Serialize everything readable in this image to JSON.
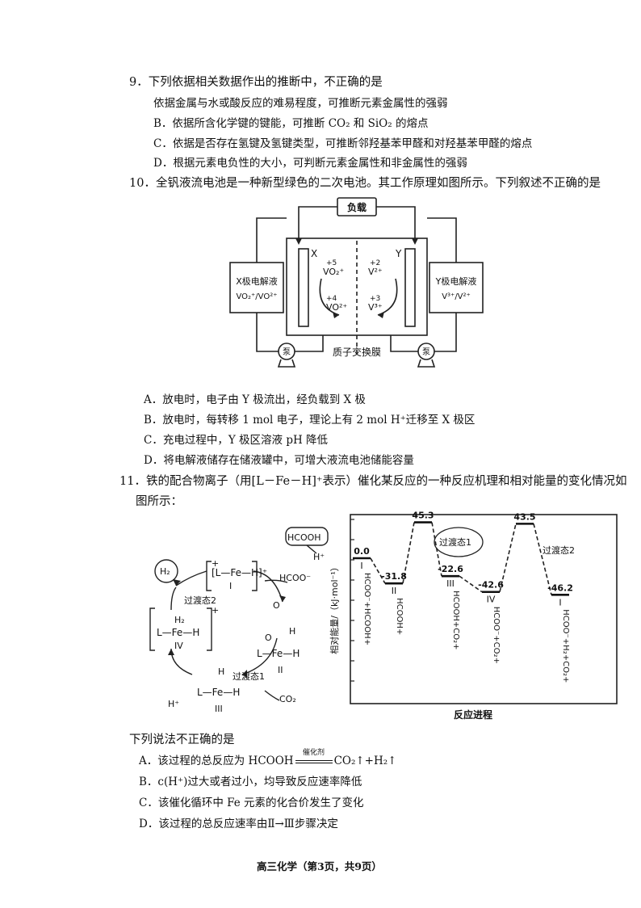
{
  "q9": {
    "stem": "9．下列依据相关数据作出的推断中，不正确的是",
    "options": [
      "依据金属与水或酸反应的难易程度，可推断元素金属性的强弱",
      "B．依据所含化学键的键能，可推断 CO₂ 和 SiO₂ 的熔点",
      "C．依据是否存在氢键及氢键类型，可推断邻羟基苯甲醛和对羟基苯甲醛的熔点",
      "D．根据元素电负性的大小，可判断元素金属性和非金属性的强弱"
    ]
  },
  "q10": {
    "stem": "10．全钒液流电池是一种新型绿色的二次电池。其工作原理如图所示。下列叙述不正确的是",
    "diagram": {
      "load": "负载",
      "left_tank": [
        "X极电解液",
        "VO₂⁺/VO²⁺"
      ],
      "right_tank": [
        "Y极电解液",
        "V³⁺/V²⁺"
      ],
      "x_label": "X",
      "y_label": "Y",
      "ox_plus5": "+5",
      "vo2plus": "VO₂⁺",
      "ox_plus4": "+4",
      "vo2p": "VO²⁺",
      "ox_plus2": "+2",
      "v2p": "V²⁺",
      "ox_plus3": "+3",
      "v3p": "V³⁺",
      "membrane": "质子交换膜",
      "pump": "泵"
    },
    "options": [
      "A．放电时，电子由 Y 极流出，经负载到 X 极",
      "B．放电时，每转移 1 mol 电子，理论上有 2 mol H⁺迁移至 X 极区",
      "C．充电过程中，Y 极区溶液 pH 降低",
      "D．将电解液储存在储液罐中，可增大液流电池储能容量"
    ]
  },
  "q11": {
    "stem_line1": "11．铁的配合物离子（用[L－Fe－H]⁺表示）催化某反应的一种反应机理和相对能量的变化情况如",
    "stem_line2": "图所示：",
    "cycle": {
      "h2": "H₂",
      "hcooh": "HCOOH",
      "hplus_top": "H⁺",
      "hcoo": "HCOO⁻",
      "sp1": "[L—Fe—H]⁺",
      "sp1_num": "I",
      "ts2": "过渡态2",
      "sp4_h2": "H₂",
      "sp4_main": "L—Fe—H",
      "sp4_num": "IV",
      "sp2_o": "O",
      "sp2_h": "H",
      "sp2_main": "L—Fe—H",
      "sp2_num": "II",
      "ts1": "过渡态1",
      "sp3_h": "H",
      "sp3_main": "L—Fe—H",
      "sp3_num": "III",
      "hplus_bottom": "H⁺",
      "co2": "CO₂",
      "plus": "+"
    },
    "energy": {
      "ylabel": "相对能量/（kJ·mol⁻¹）",
      "xlabel": "反应进程",
      "ts1_label": "过渡态1",
      "ts2_label": "过渡态2",
      "levels": [
        {
          "value": "0.0",
          "roman": "I",
          "species": "HCOO⁻+HCOOH+"
        },
        {
          "value": "-31.8",
          "roman": "II",
          "species": "HCOOH+"
        },
        {
          "value": "45.3",
          "roman": "",
          "species": ""
        },
        {
          "value": "-22.6",
          "roman": "III",
          "species": "HCOOH+CO₂+"
        },
        {
          "value": "-42.6",
          "roman": "IV",
          "species": "HCOO⁻+CO₂+"
        },
        {
          "value": "43.5",
          "roman": "",
          "species": ""
        },
        {
          "value": "-46.2",
          "roman": "I",
          "species": "HCOO⁻+H₂+CO₂+"
        }
      ]
    },
    "prompt": "下列说法不正确的是",
    "optA_pre": "A．该过程的总反应为 HCOOH",
    "optA_cat": "催化剂",
    "optA_post": "CO₂↑+H₂↑",
    "options": [
      "B．c(H⁺)过大或者过小，均导致反应速率降低",
      "C．该催化循环中 Fe 元素的化合价发生了变化",
      "D．该过程的总反应速率由Ⅱ→Ⅲ步骤决定"
    ]
  },
  "footer": "高三化学（第3页，共9页）"
}
